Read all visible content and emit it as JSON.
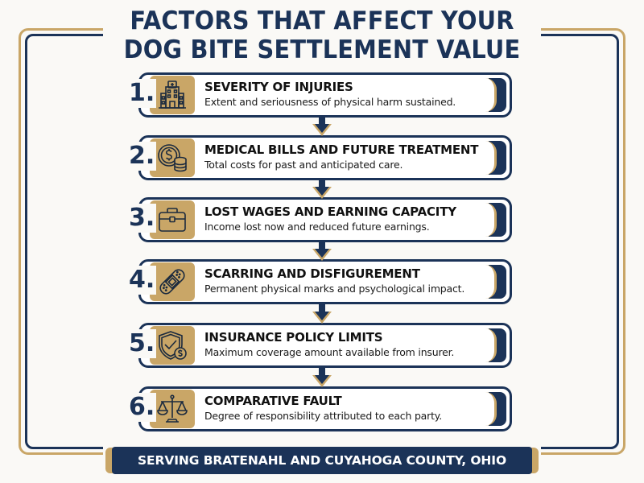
{
  "header": {
    "title_line1": "FACTORS THAT AFFECT YOUR",
    "title_line2": "DOG BITE SETTLEMENT VALUE"
  },
  "steps": [
    {
      "number": "1.",
      "icon": "hospital-icon",
      "title": "SEVERITY OF INJURIES",
      "description": "Extent and seriousness of physical harm sustained."
    },
    {
      "number": "2.",
      "icon": "coins-dollar-icon",
      "title": "MEDICAL BILLS AND FUTURE TREATMENT",
      "description": "Total costs for past and anticipated care."
    },
    {
      "number": "3.",
      "icon": "briefcase-icon",
      "title": "LOST WAGES AND EARNING CAPACITY",
      "description": "Income lost now and reduced future earnings."
    },
    {
      "number": "4.",
      "icon": "bandage-icon",
      "title": "SCARRING AND DISFIGUREMENT",
      "description": "Permanent physical marks and psychological impact."
    },
    {
      "number": "5.",
      "icon": "shield-check-dollar-icon",
      "title": "INSURANCE POLICY LIMITS",
      "description": "Maximum coverage amount available from insurer."
    },
    {
      "number": "6.",
      "icon": "scales-of-justice-icon",
      "title": "COMPARATIVE FAULT",
      "description": "Degree of responsibility attributed to each party."
    }
  ],
  "footer": {
    "text": "SERVING BRATENAHL AND CUYAHOGA COUNTY, OHIO"
  },
  "colors": {
    "navy": "#1b3358",
    "gold": "#c9a667",
    "background": "#faf9f6",
    "card": "#ffffff"
  }
}
